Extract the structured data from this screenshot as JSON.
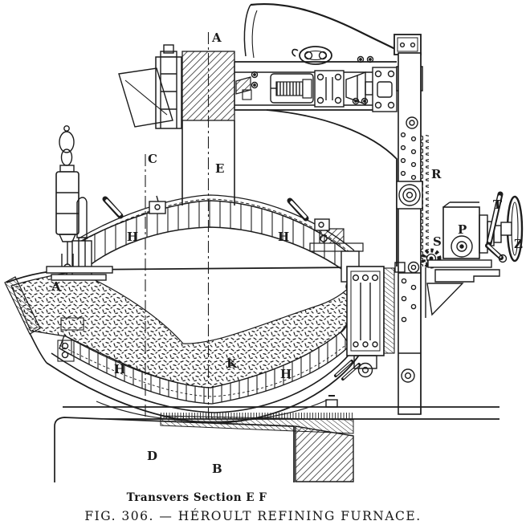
{
  "figure": {
    "subcaption": "Transvers Section E F",
    "caption": "FIG. 306. — HÉROULT REFINING FURNACE."
  },
  "labels": {
    "a_top": "A",
    "b_bottom": "B",
    "c": "C",
    "d": "D",
    "e": "E",
    "a_body": "A",
    "h_roof_left": "H",
    "h_roof_right": "H",
    "h_ring_left": "H",
    "h_ring_right": "H",
    "k": "K",
    "r": "R",
    "s": "S",
    "p": "P",
    "t": "T",
    "z": "Z"
  },
  "colors": {
    "ink": "#1c1c1c",
    "paper": "#ffffff"
  }
}
